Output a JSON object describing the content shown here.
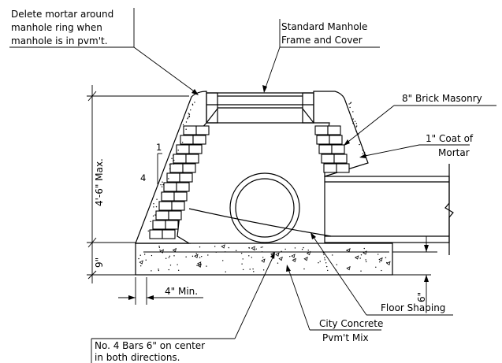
{
  "notes": {
    "delete_mortar": [
      "Delete mortar around",
      "manhole ring when",
      "manhole is in pvm't."
    ],
    "frame_cover": [
      "Standard Manhole",
      "Frame and Cover"
    ],
    "brick_masonry": "8\" Brick Masonry",
    "coat_mortar": [
      "1\" Coat of",
      "Mortar"
    ],
    "floor_shaping": "Floor Shaping",
    "city_concrete": [
      "City Concrete",
      "Pvm't Mix"
    ],
    "bars": [
      "No. 4 Bars 6\" on center",
      "in both directions."
    ]
  },
  "dimensions": {
    "max_height": "4'-6\" Max.",
    "slab_thickness": "9\"",
    "min_width": "4\" Min.",
    "offset": "6\""
  },
  "slope": {
    "rise": "1",
    "run": "4"
  }
}
